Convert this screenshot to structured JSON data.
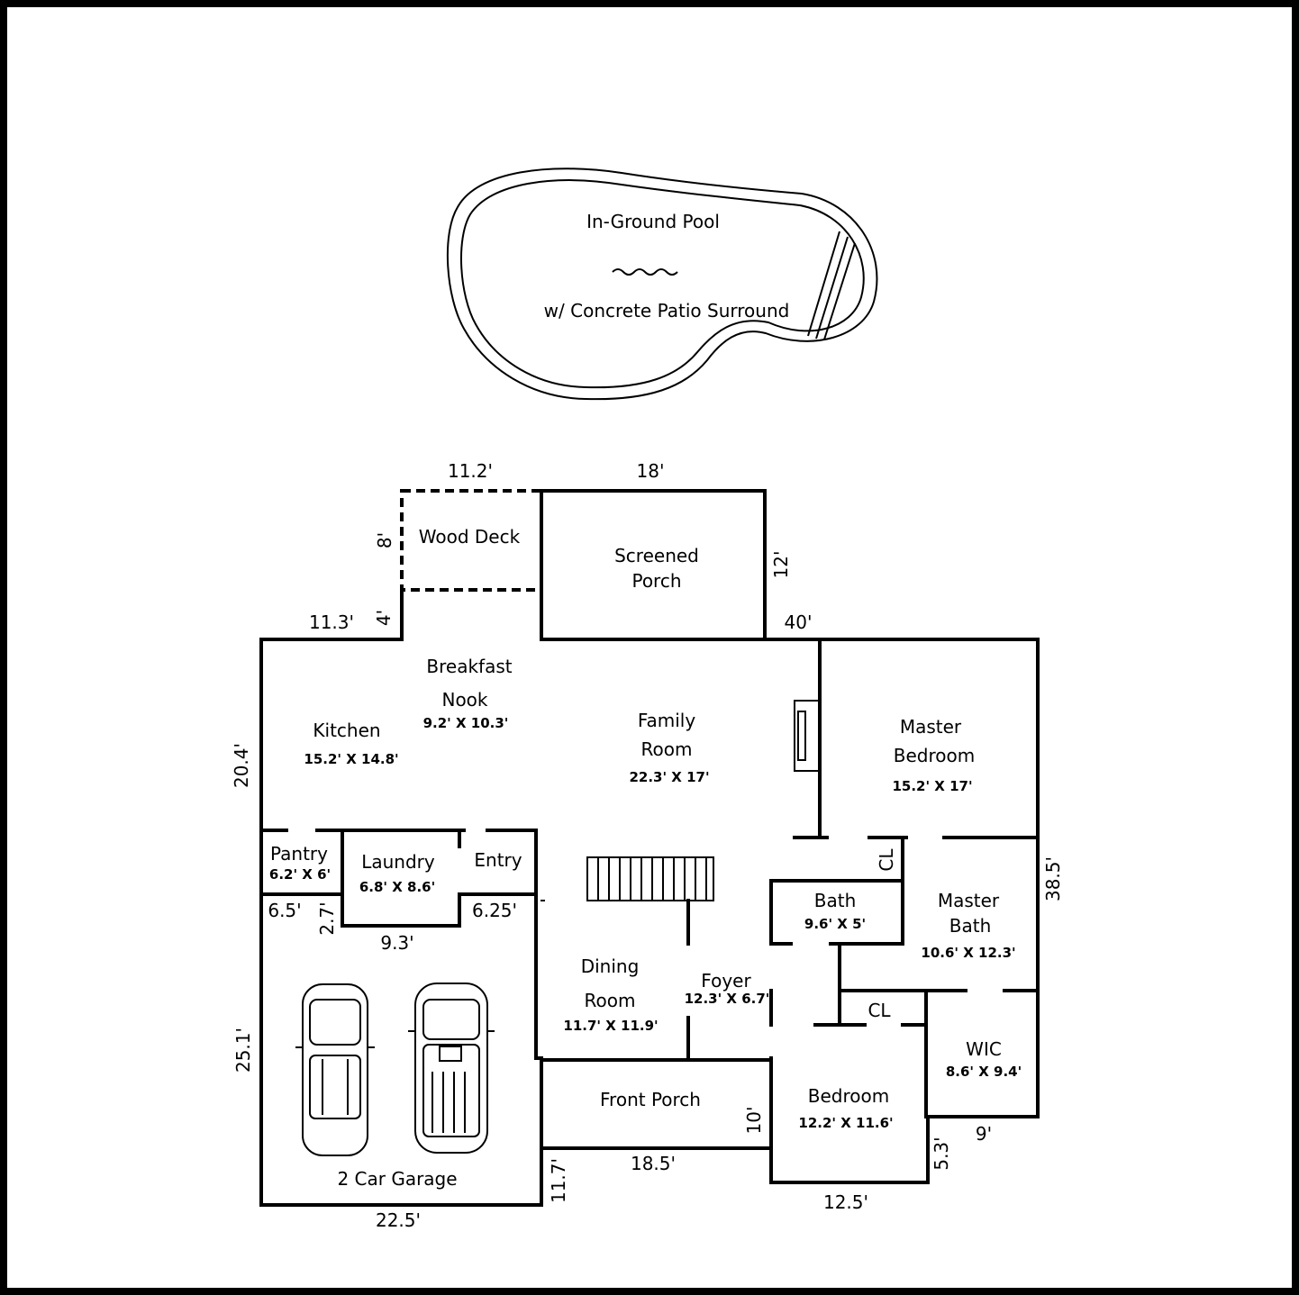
{
  "pool": {
    "title": "In-Ground Pool",
    "subtitle": "w/ Concrete Patio Surround"
  },
  "rooms": {
    "wood_deck": "Wood Deck",
    "screened_porch_l1": "Screened",
    "screened_porch_l2": "Porch",
    "breakfast_l1": "Breakfast",
    "breakfast_l2": "Nook",
    "breakfast_size": "9.2' X 10.3'",
    "kitchen": "Kitchen",
    "kitchen_size": "15.2' X 14.8'",
    "family_l1": "Family",
    "family_l2": "Room",
    "family_size": "22.3' X 17'",
    "master_bed_l1": "Master",
    "master_bed_l2": "Bedroom",
    "master_bed_size": "15.2' X 17'",
    "pantry": "Pantry",
    "pantry_size": "6.2' X 6'",
    "laundry": "Laundry",
    "laundry_size": "6.8' X 8.6'",
    "entry": "Entry",
    "cl_1": "CL",
    "bath": "Bath",
    "bath_size": "9.6' X 5'",
    "master_bath_l1": "Master",
    "master_bath_l2": "Bath",
    "master_bath_size": "10.6' X 12.3'",
    "dining_l1": "Dining",
    "dining_l2": "Room",
    "dining_size": "11.7' X 11.9'",
    "foyer": "Foyer",
    "foyer_size": "12.3' X 6.7'",
    "cl_2": "CL",
    "wic": "WIC",
    "wic_size": "8.6' X 9.4'",
    "front_porch": "Front Porch",
    "bedroom": "Bedroom",
    "bedroom_size": "12.2' X 11.6'",
    "garage": "2 Car Garage"
  },
  "dimensions": {
    "deck_width": "11.2'",
    "porch_width": "18'",
    "deck_depth": "8'",
    "porch_depth": "12'",
    "kitchen_top": "11.3'",
    "jog_4": "4'",
    "house_40": "40'",
    "left_20_4": "20.4'",
    "right_38_5": "38.5'",
    "garage_6_5": "6.5'",
    "garage_2_7": "2.7'",
    "garage_9_3": "9.3'",
    "garage_6_25": "6.25'",
    "garage_depth": "25.1'",
    "garage_width": "22.5'",
    "porch_11_7": "11.7'",
    "front_porch_width": "18.5'",
    "front_porch_depth": "10'",
    "bedroom_width": "12.5'",
    "jog_5_3": "5.3'",
    "jog_9": "9'"
  },
  "colors": {
    "line": "#000000",
    "background": "#ffffff"
  }
}
